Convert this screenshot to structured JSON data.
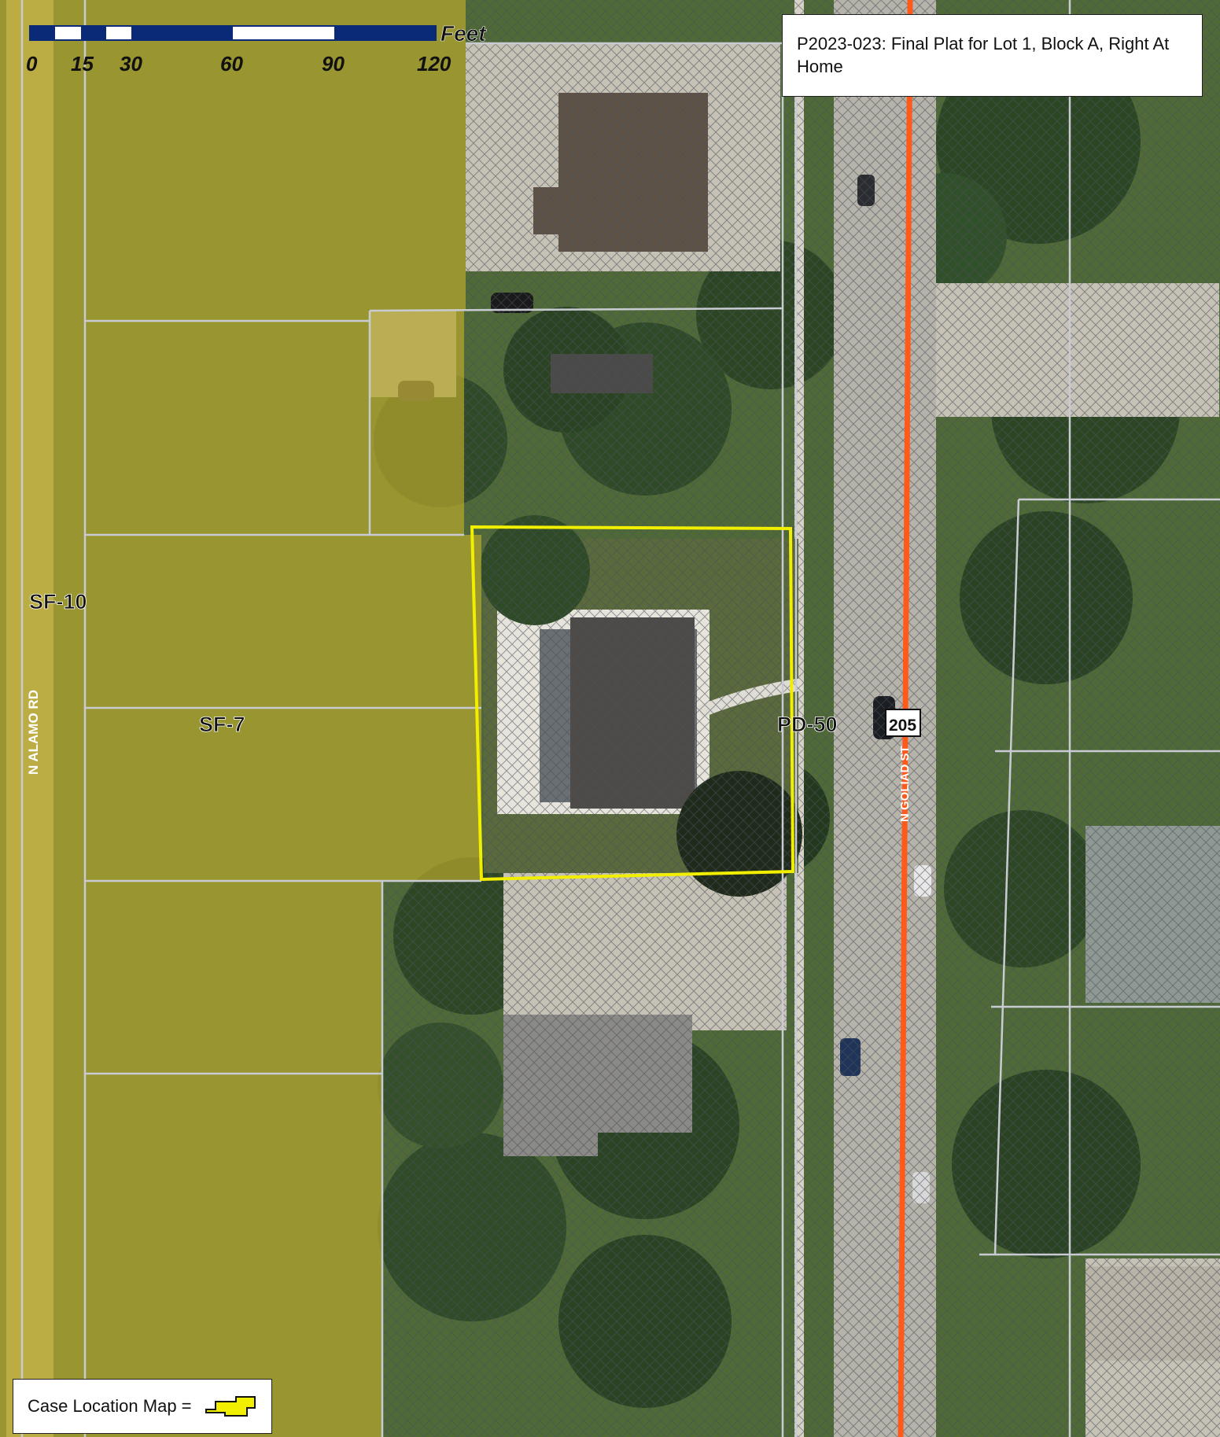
{
  "title": "P2023-023: Final Plat for Lot 1, Block A, Right At Home",
  "scale_bar": {
    "unit": "Feet",
    "ticks": [
      "0",
      "15",
      "30",
      "60",
      "90",
      "120"
    ]
  },
  "zoning_labels": {
    "sf10": "SF-10",
    "sf7": "SF-7",
    "pd50": "PD-50"
  },
  "streets": {
    "west": "N ALAMO RD",
    "east": "N GOLIAD ST",
    "highway_shield": "205"
  },
  "legend": {
    "label": "Case Location Map ="
  },
  "colors": {
    "subject_outline": "#f2ee00",
    "highway_line": "#ff5a1a",
    "sf_zone_tint": "#b5a62e",
    "parcel_lines": "#c8ccd2",
    "scale_dark": "#0a2a78"
  }
}
